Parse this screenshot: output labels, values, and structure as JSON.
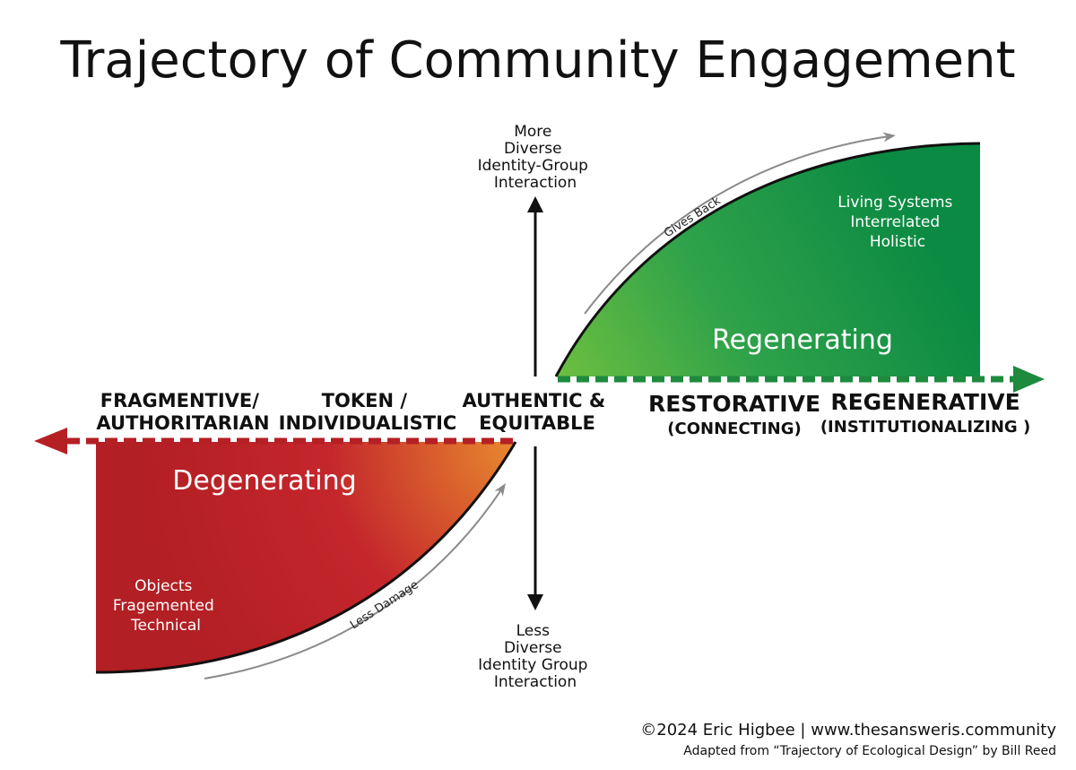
{
  "title": "Trajectory of Community Engagement",
  "axis": {
    "up_lines": [
      "More",
      "Diverse",
      "Identity-Group",
      "Interaction"
    ],
    "down_lines": [
      "Less",
      "Diverse",
      "Identity Group",
      "Interaction"
    ]
  },
  "stages": {
    "fragmentive": [
      "FRAGMENTIVE/",
      "AUTHORITARIAN"
    ],
    "token": [
      "TOKEN /",
      "INDIVIDUALISTIC"
    ],
    "authentic": [
      "AUTHENTIC &",
      "EQUITABLE"
    ],
    "restorative": {
      "main": "RESTORATIVE",
      "sub": "(CONNECTING)"
    },
    "regenerative": {
      "main": "REGENERATIVE",
      "sub": "(INSTITUTIONALIZING )"
    }
  },
  "zones": {
    "regenerating": {
      "label": "Regenerating",
      "desc": [
        "Living Systems",
        "Interrelated",
        "Holistic"
      ],
      "arc_label": "Gives Back"
    },
    "degenerating": {
      "label": "Degenerating",
      "desc": [
        "Objects",
        "Fragemented",
        "Technical"
      ],
      "arc_label": "Less Damage"
    }
  },
  "colors": {
    "green_light": "#6dbf3f",
    "green_dark": "#0b8a43",
    "red_dark": "#b52025",
    "orange": "#e8892e",
    "arrow_green": "#1e8a3e",
    "arrow_red": "#b52025",
    "arc_gray": "#8a8a8a"
  },
  "credits": {
    "line1": "©2024 Eric Higbee | www.thesansweris.community",
    "line2": "Adapted from “Trajectory of Ecological Design” by Bill Reed"
  }
}
